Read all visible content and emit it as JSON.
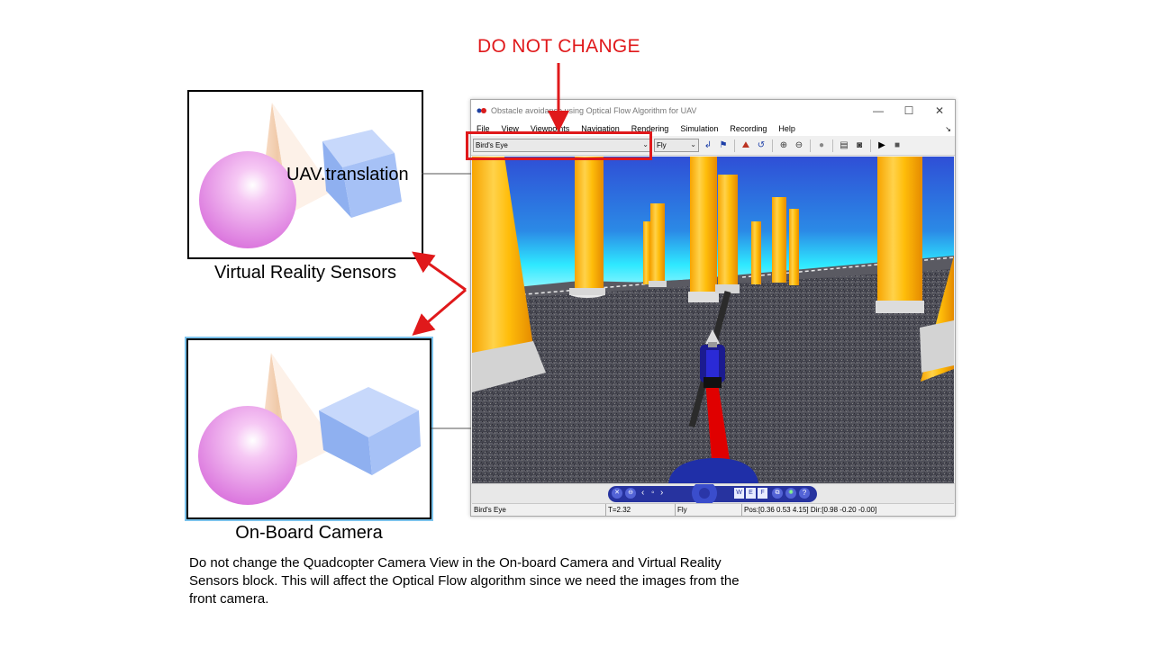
{
  "slide": {
    "warning_title": "DO NOT CHANGE",
    "note": "Do not change the Quadcopter Camera View in the On-board Camera and Virtual Reality Sensors block. This will affect the Optical Flow algorithm since we need the images from the front camera."
  },
  "blocks": {
    "vr_sensors_label": "Virtual Reality Sensors",
    "vr_sensors_port": "UAV.translation",
    "camera_label": "On-Board Camera"
  },
  "window": {
    "title": "Obstacle avoidance using  Optical Flow Algorithm for UAV",
    "controls": [
      "—",
      "☐",
      "✕"
    ],
    "menu": [
      "File",
      "View",
      "Viewpoints",
      "Navigation",
      "Rendering",
      "Simulation",
      "Recording",
      "Help"
    ],
    "viewpoint_value": "Bird's Eye",
    "nav_mode_value": "Fly",
    "toolbar_icons": [
      "return-viewpoint-icon",
      "flag-icon",
      "straighten-icon",
      "undo-move-icon",
      "zoom-in-icon",
      "zoom-out-icon",
      "record-icon",
      "layout-icon",
      "camera-icon",
      "play-icon",
      "stop-icon"
    ],
    "nav_panel_letters": [
      "W",
      "E",
      "F"
    ],
    "status": {
      "viewpoint": "Bird's Eye",
      "time": "T=2.32",
      "mode": "Fly",
      "pose": "Pos:[0.36 0.53 4.15] Dir:[0.98 -0.20 -0.00]"
    }
  },
  "colors": {
    "warning": "#e0191b",
    "selected_block_border": "#7cc3ec"
  }
}
